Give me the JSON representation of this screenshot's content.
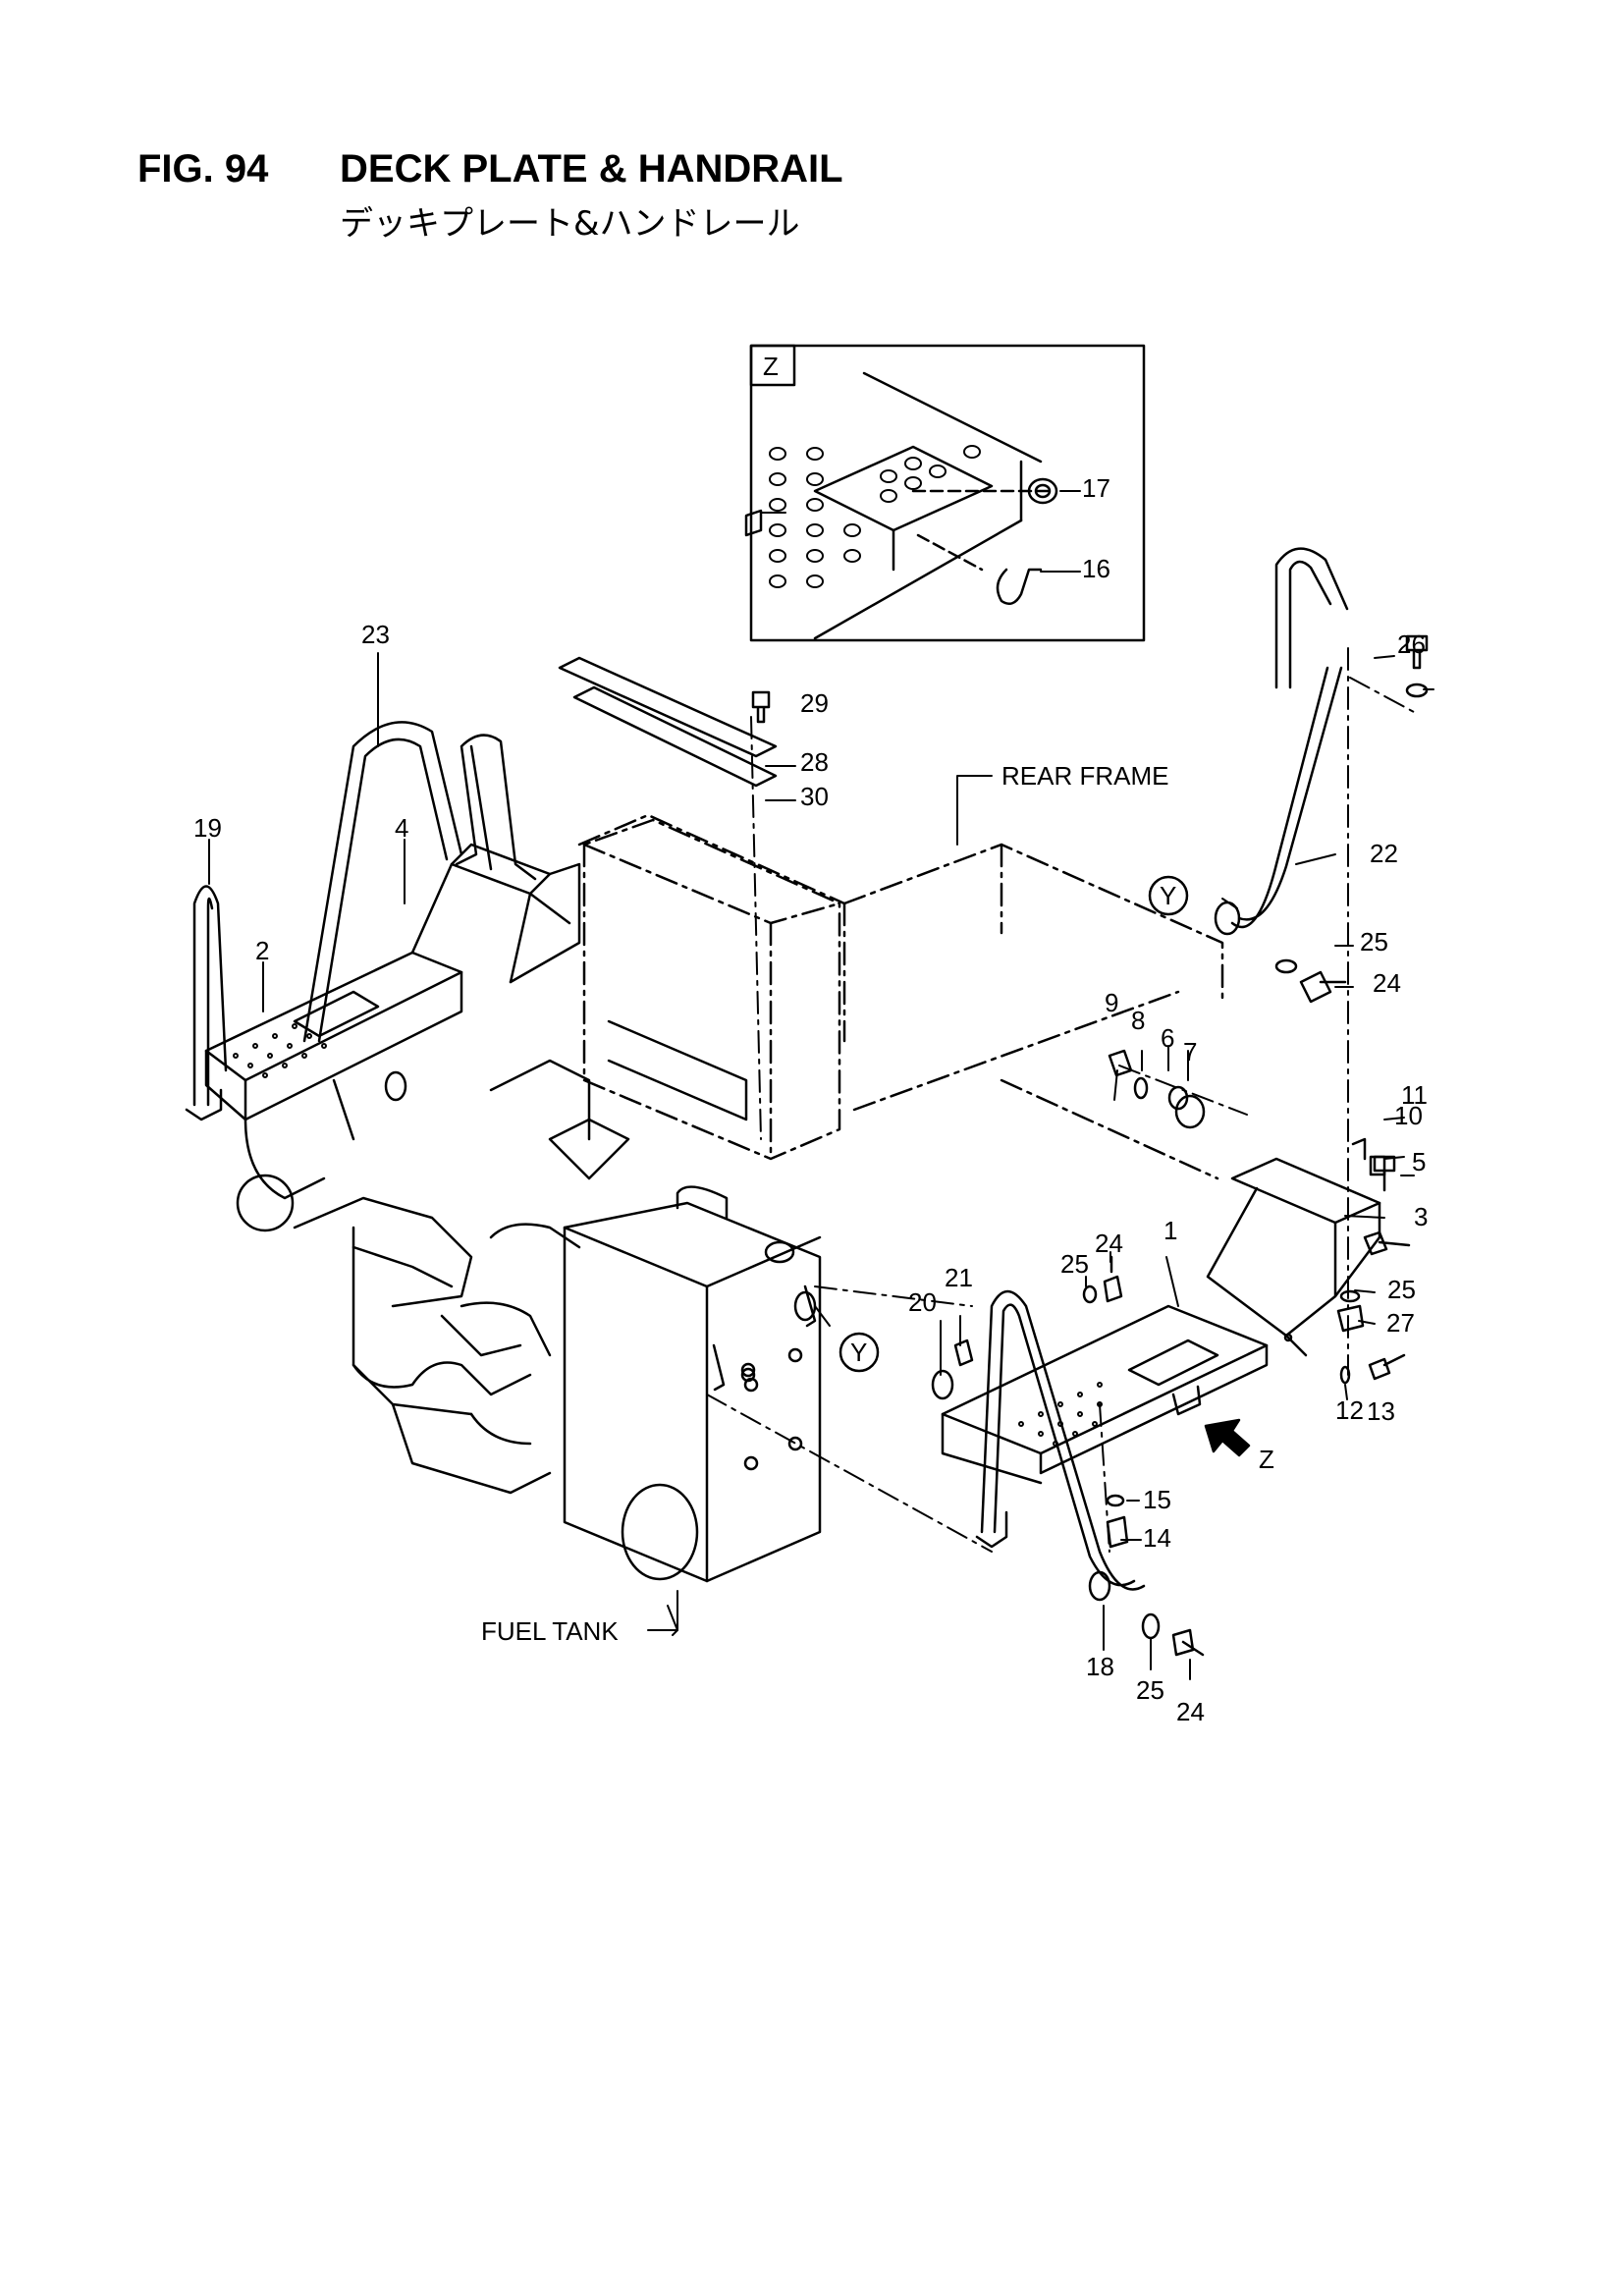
{
  "figure": {
    "number": "FIG. 94",
    "title": "DECK PLATE & HANDRAIL",
    "subtitle": "デッキプレート&ハンドレール"
  },
  "view_labels": {
    "detail_z": "Z",
    "arrow_z": "Z",
    "ref_y": "Y"
  },
  "assembly_labels": {
    "rear_frame": "REAR FRAME",
    "fuel_tank": "FUEL TANK"
  },
  "part_numbers": [
    "1",
    "2",
    "3",
    "4",
    "5",
    "6",
    "7",
    "8",
    "9",
    "10",
    "11",
    "12",
    "13",
    "14",
    "15",
    "16",
    "17",
    "18",
    "19",
    "20",
    "21",
    "22",
    "23",
    "24",
    "25",
    "26",
    "27",
    "28",
    "29",
    "30"
  ]
}
